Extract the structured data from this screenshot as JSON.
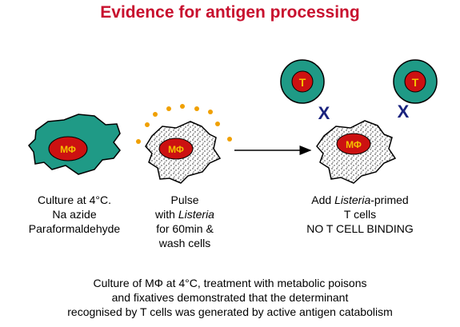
{
  "title": "Evidence for antigen processing",
  "macrophage_label": "MΦ",
  "tcell_label": "T",
  "block_mark": "X",
  "step1": {
    "line1": "Culture at 4°C.",
    "line2": "Na azide",
    "line3": "Paraformaldehyde"
  },
  "step2": {
    "line1": "Pulse",
    "line2_prefix": "with ",
    "line2_italic": "Listeria",
    "line3": "for 60min &",
    "line4": "wash cells"
  },
  "step3": {
    "line1_prefix": "Add ",
    "line1_italic": "Listeria",
    "line1_suffix": "-primed",
    "line2": "T cells",
    "line3": "NO T CELL BINDING"
  },
  "caption": {
    "line1": "Culture of MΦ at 4°C, treatment with metabolic poisons",
    "line2": "and fixatives demonstrated that the determinant",
    "line3": "recognised by T cells was generated by active antigen catabolism"
  },
  "colors": {
    "title": "#c8102e",
    "cell_fill": "#1f9a86",
    "nucleus_fill": "#cc1111",
    "nucleus_text": "#f5c000",
    "antigen_dot": "#f0a000",
    "x_mark": "#1a237e",
    "speckle_bg": "#ffffff",
    "speckle_dot": "#222222"
  }
}
